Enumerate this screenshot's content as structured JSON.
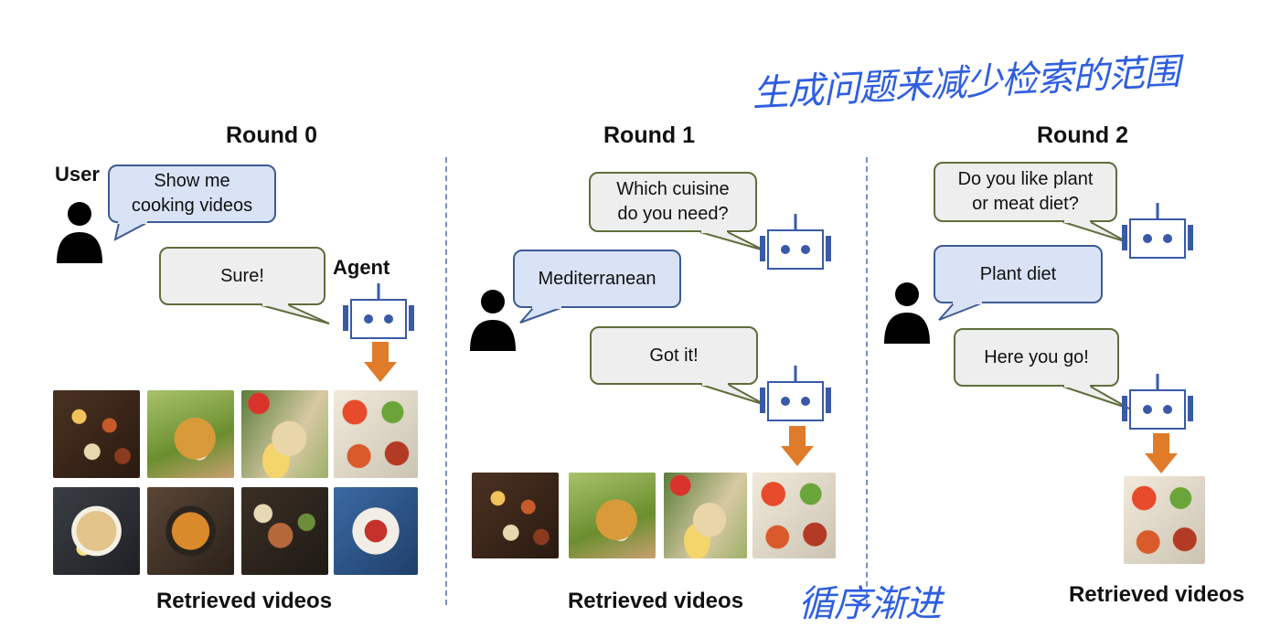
{
  "rounds": [
    {
      "title": "Round 0",
      "user_label": "User",
      "agent_label": "Agent",
      "user_message": [
        "Show me",
        "cooking videos"
      ],
      "agent_message": [
        "Sure!"
      ],
      "caption": "Retrieved videos"
    },
    {
      "title": "Round 1",
      "agent_question": [
        "Which cuisine",
        "do you need?"
      ],
      "user_message": [
        "Mediterranean"
      ],
      "agent_message": [
        "Got it!"
      ],
      "caption": "Retrieved videos"
    },
    {
      "title": "Round 2",
      "agent_question": [
        "Do you like plant",
        "or meat diet?"
      ],
      "user_message": [
        "Plant diet"
      ],
      "agent_message": [
        "Here you go!"
      ],
      "caption": "Retrieved videos"
    }
  ],
  "annotations": {
    "top": "生成问题来减少检索的范围",
    "bottom": "循序渐进"
  },
  "colors": {
    "user_bubble_fill": "#d9e3f5",
    "user_bubble_border": "#3d5a95",
    "agent_bubble_fill": "#eeeeee",
    "agent_bubble_border": "#5e6e3b",
    "arrow": "#e07b2a",
    "robot": "#3a5aa8",
    "divider": "#7a8fc4",
    "annotation_ink": "#2f5fe0"
  },
  "icons": [
    "user-icon",
    "robot-icon",
    "down-arrow-icon"
  ]
}
